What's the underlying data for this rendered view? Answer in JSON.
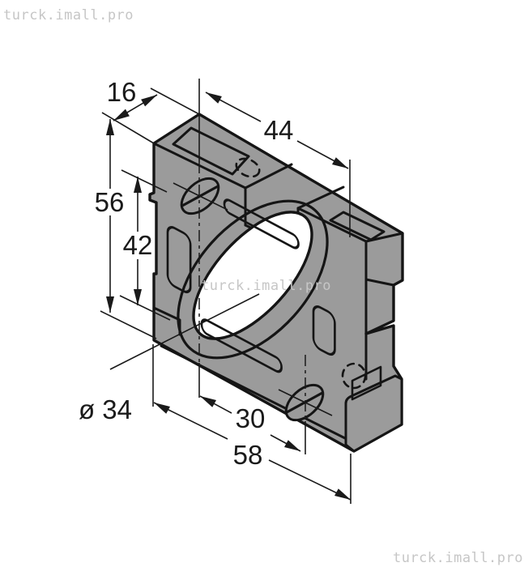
{
  "watermark": {
    "text": "turck.imall.pro",
    "color": "#c6c6c6"
  },
  "drawing": {
    "description": "Isometric dimensional drawing of a square mounting bracket with central bore, corner towers and two slotted screws",
    "body_color": "#9b9b9b",
    "outline_color": "#151515",
    "bore_color": "#ffffff",
    "dimensions": {
      "depth": {
        "label": "16"
      },
      "top_hole_spacing": {
        "label": "44"
      },
      "overall_height": {
        "label": "56"
      },
      "inner_height": {
        "label": "42"
      },
      "bore_diameter": {
        "label": "ø 34"
      },
      "screw_spacing": {
        "label": "30"
      },
      "overall_width": {
        "label": "58"
      }
    }
  }
}
